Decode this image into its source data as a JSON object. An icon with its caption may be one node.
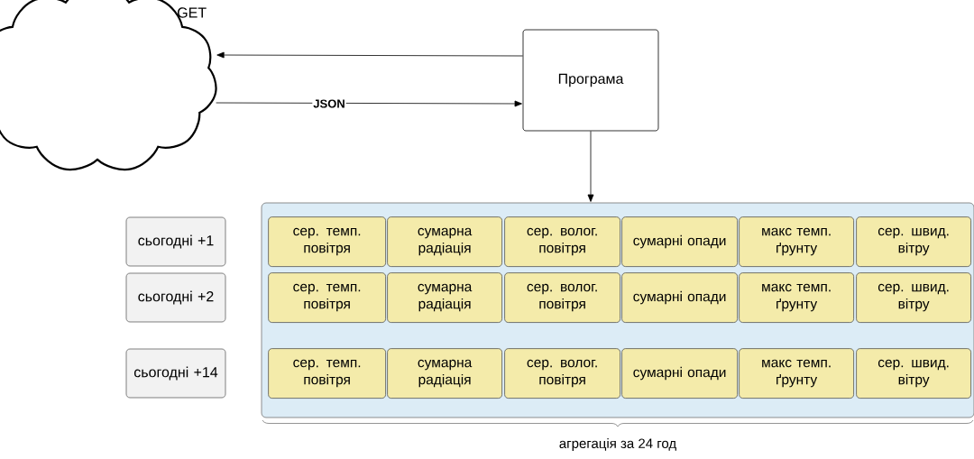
{
  "diagram": {
    "nodes": [
      {
        "text": [],
        "shape": "cloud"
      },
      {
        "text": [
          "Програма"
        ]
      },
      {
        "text": [
          "сьогодні +1"
        ]
      },
      {
        "text": [
          "сьогодні +2"
        ]
      },
      {
        "text": [
          "сьогодні +14"
        ]
      },
      {
        "text": [],
        "shape": "box"
      },
      {
        "text": [
          "сер. темп. повітря"
        ],
        "in": 5
      },
      {
        "text": [
          "сумарна радіація"
        ],
        "in": 5
      },
      {
        "text": [
          "сер. волог. повітря"
        ],
        "in": 5
      },
      {
        "text": [
          "сумарні опади"
        ],
        "in": 5
      },
      {
        "text": [
          "макс темп. ґрунту"
        ],
        "in": 5
      },
      {
        "text": [
          "сер. швид. вітру"
        ],
        "in": 5
      },
      {
        "text": [
          "сер. темп. повітря"
        ],
        "in": 5
      },
      {
        "text": [
          "сумарна радіація"
        ],
        "in": 5
      },
      {
        "text": [
          "сер. волог. повітря"
        ],
        "in": 5
      },
      {
        "text": [
          "сумарні опади"
        ],
        "in": 5
      },
      {
        "text": [
          "макс темп. ґрунту"
        ],
        "in": 5
      },
      {
        "text": [
          "сер. швид. вітру"
        ],
        "in": 5
      },
      {
        "text": [
          "сер. темп. повітря"
        ],
        "in": 5
      },
      {
        "text": [
          "сумарна радіація"
        ],
        "in": 5
      },
      {
        "text": [
          "сер. волог. повітря"
        ],
        "in": 5
      },
      {
        "text": [
          "сумарні опади"
        ],
        "in": 5
      },
      {
        "text": [
          "макс темп. ґрунту"
        ],
        "in": 5
      },
      {
        "text": [
          "сер. швид. вітру"
        ],
        "in": 5
      }
    ],
    "edges": [
      {
        "from": 1,
        "to": 0,
        "arrow": "to",
        "label": "GET"
      },
      {
        "from": 0,
        "to": 1,
        "arrow": "to",
        "label": "JSON"
      },
      {
        "from": 1,
        "to": 5,
        "arrow": "to"
      }
    ],
    "labels": [
      "агрегація за 24 год"
    ]
  }
}
